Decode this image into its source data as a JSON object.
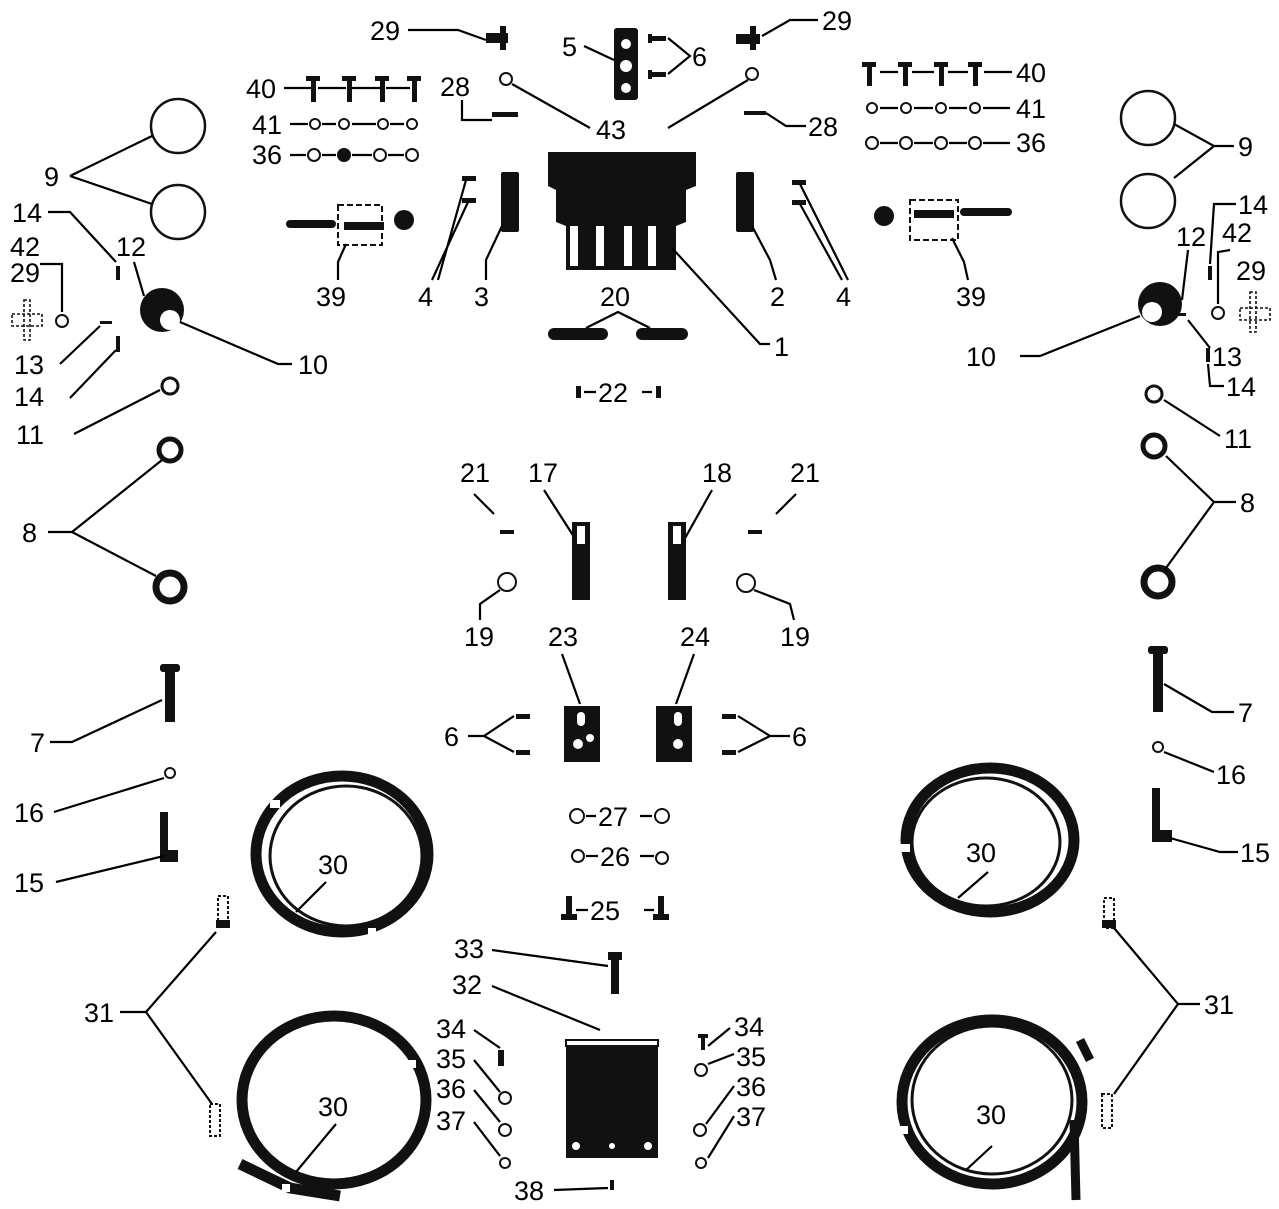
{
  "callouts": {
    "c1": "1",
    "c2": "2",
    "c3": "3",
    "c4": "4",
    "c5": "5",
    "c6": "6",
    "c7": "7",
    "c8": "8",
    "c9": "9",
    "c10": "10",
    "c11": "11",
    "c12": "12",
    "c13": "13",
    "c14": "14",
    "c15": "15",
    "c16": "16",
    "c17": "17",
    "c18": "18",
    "c19": "19",
    "c20": "20",
    "c21": "21",
    "c22": "22",
    "c23": "23",
    "c24": "24",
    "c25": "25",
    "c26": "26",
    "c27": "27",
    "c28": "28",
    "c29": "29",
    "c30": "30",
    "c31": "31",
    "c32": "32",
    "c33": "33",
    "c34": "34",
    "c35": "35",
    "c36": "36",
    "c37": "37",
    "c38": "38",
    "c39": "39",
    "c40": "40",
    "c41": "41",
    "c42": "42",
    "c43": "43"
  }
}
